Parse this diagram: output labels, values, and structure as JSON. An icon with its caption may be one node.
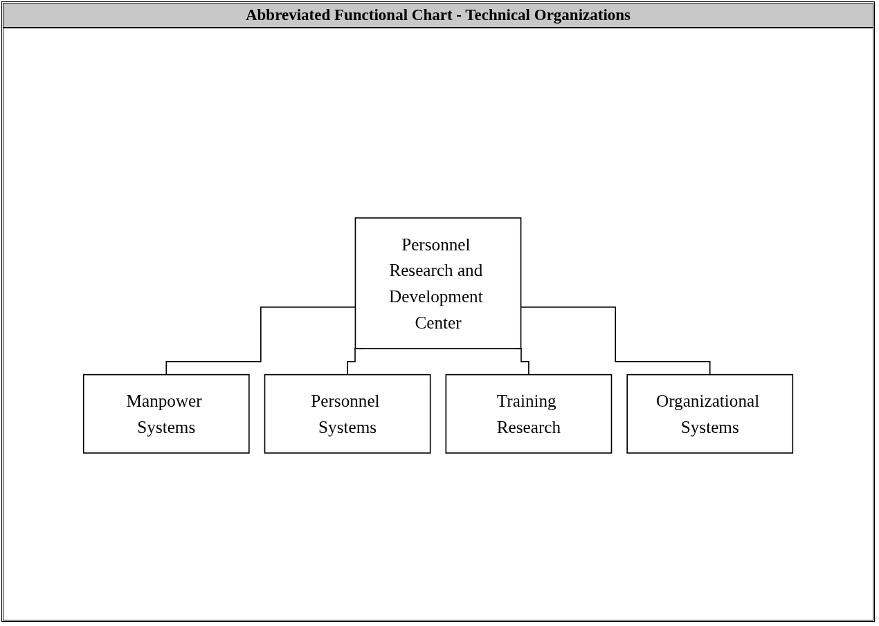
{
  "diagram": {
    "title": "Abbreviated Functional Chart - Technical Organizations",
    "nodes": [
      {
        "text": [
          "Personnel Research and Development Center"
        ]
      },
      {
        "text": [
          "Manpower Systems"
        ]
      },
      {
        "text": [
          "Personnel Systems"
        ]
      },
      {
        "text": [
          "Training Research"
        ]
      },
      {
        "text": [
          "Organizational Systems"
        ]
      }
    ],
    "edges": [
      {
        "from": 0,
        "to": 1,
        "arrow": "none"
      },
      {
        "from": 0,
        "to": 2,
        "arrow": "none"
      },
      {
        "from": 0,
        "to": 3,
        "arrow": "none"
      },
      {
        "from": 0,
        "to": 4,
        "arrow": "none"
      }
    ]
  }
}
